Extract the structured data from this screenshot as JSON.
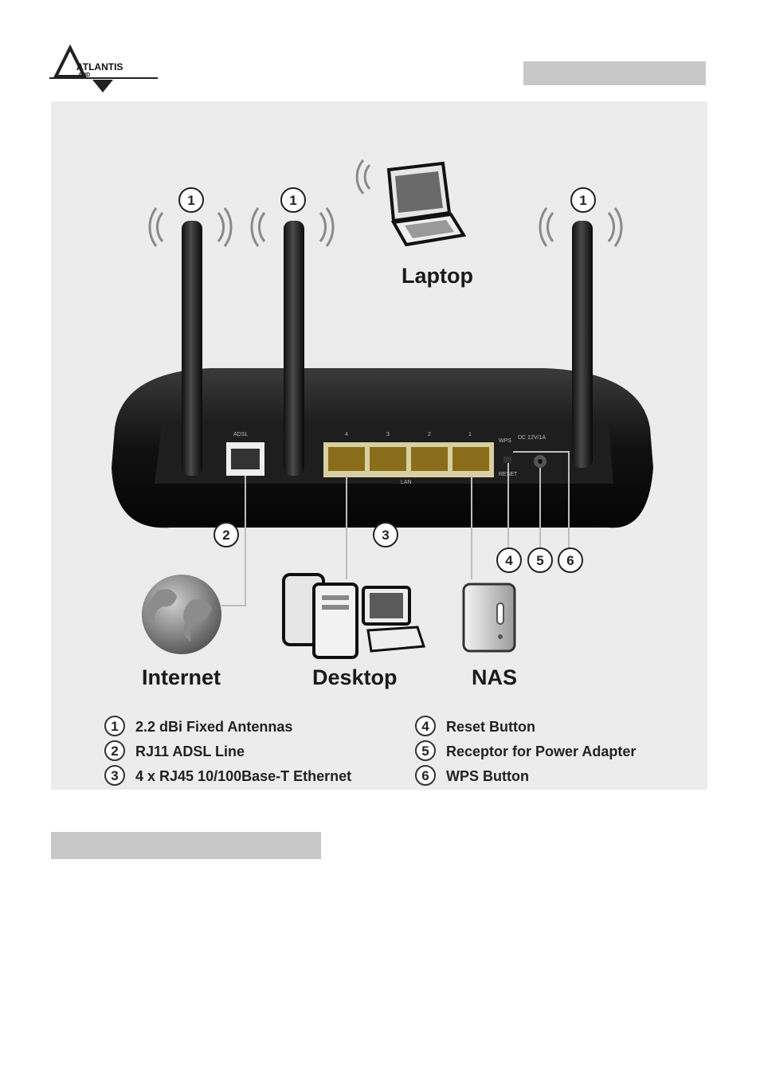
{
  "logo": {
    "brand": "ATLANTIS",
    "sub": "AND"
  },
  "diagram": {
    "devices": {
      "laptop": "Laptop",
      "internet": "Internet",
      "desktop": "Desktop",
      "nas": "NAS"
    },
    "callout_numbers": [
      "1",
      "1",
      "1",
      "2",
      "3",
      "4",
      "5",
      "6"
    ],
    "port_labels": {
      "adsl": "ADSL",
      "lan": "LAN",
      "lan_ports": [
        "4",
        "3",
        "2",
        "1"
      ],
      "wps": "WPS",
      "reset": "RESET",
      "power": "DC 12V/1A"
    },
    "legend": [
      {
        "num": "1",
        "text": "2.2 dBi Fixed Antennas"
      },
      {
        "num": "2",
        "text": "RJ11 ADSL Line"
      },
      {
        "num": "3",
        "text": "4 x RJ45 10/100Base-T Ethernet"
      },
      {
        "num": "4",
        "text": "Reset Button"
      },
      {
        "num": "5",
        "text": "Receptor for Power Adapter"
      },
      {
        "num": "6",
        "text": "WPS Button"
      }
    ]
  }
}
